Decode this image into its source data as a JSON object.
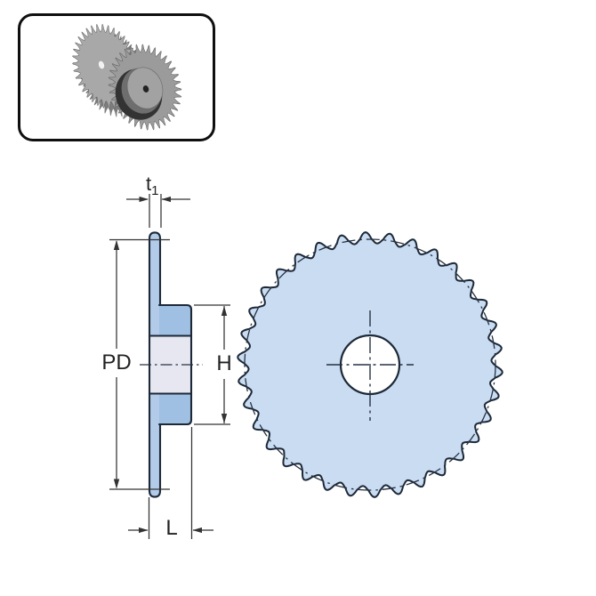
{
  "figure": {
    "type": "technical-drawing",
    "subject": "chain sprocket with hub",
    "views": {
      "side": "side cross-section view",
      "front": "front view"
    }
  },
  "thumbnail": {
    "icon": "double-sprocket-3d-image"
  },
  "dimensions": {
    "t1": {
      "base": "t",
      "sub": "1"
    },
    "pd": "PD",
    "h": "H",
    "l": "L"
  },
  "front_view": {
    "teeth": 34
  },
  "colors": {
    "sprocket_fill": "#c9dcf2",
    "plate_fill": "#b2cbe9",
    "hub_fill": "#9fc0e2",
    "bore_fill": "#e6e7f1",
    "outline": "#1d2938",
    "dimension_line": "#333333",
    "pitch_line": "#273243",
    "label_text": "#222222",
    "thumb_back_gear": "#a8a8a8",
    "thumb_mid_gear": "#7d7d7d",
    "thumb_front_gear": "#9b9b9b",
    "thumb_dark": "#333333",
    "thumb_hub_side": "#6e6e6e",
    "thumb_hub_face": "#a2a2a2",
    "white": "#ffffff"
  }
}
